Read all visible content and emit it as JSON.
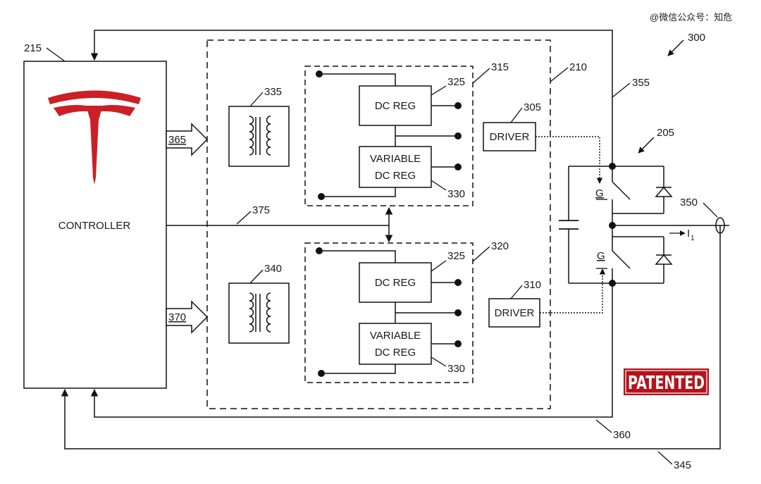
{
  "watermark": "@微信公众号：知危",
  "ref_numbers": {
    "system": "300",
    "controller": "215",
    "module": "210",
    "converter_top": "315",
    "converter_bottom": "320",
    "transformer_top": "335",
    "transformer_bottom": "340",
    "reg_top_upper": "325",
    "reg_top_lower": "330",
    "reg_bottom_upper": "325",
    "reg_bottom_lower": "330",
    "driver_top": "305",
    "driver_bottom": "310",
    "switch_leg": "205",
    "line_top": "355",
    "line_bottom": "360",
    "current_sensor": "350",
    "feedback": "345",
    "comm_bus": "375",
    "arrow_top": "365",
    "arrow_bottom": "370"
  },
  "blocks": {
    "controller": "CONTROLLER",
    "dc_reg": "DC REG",
    "variable_line1": "VARIABLE",
    "variable_line2": "DC REG",
    "driver": "DRIVER",
    "gate": "G",
    "current": "I",
    "current_sub": "1"
  },
  "stamp": "PATENTED",
  "colors": {
    "logo": "#cc1f26",
    "stamp_bg": "#b3141b",
    "line": "#111111"
  }
}
